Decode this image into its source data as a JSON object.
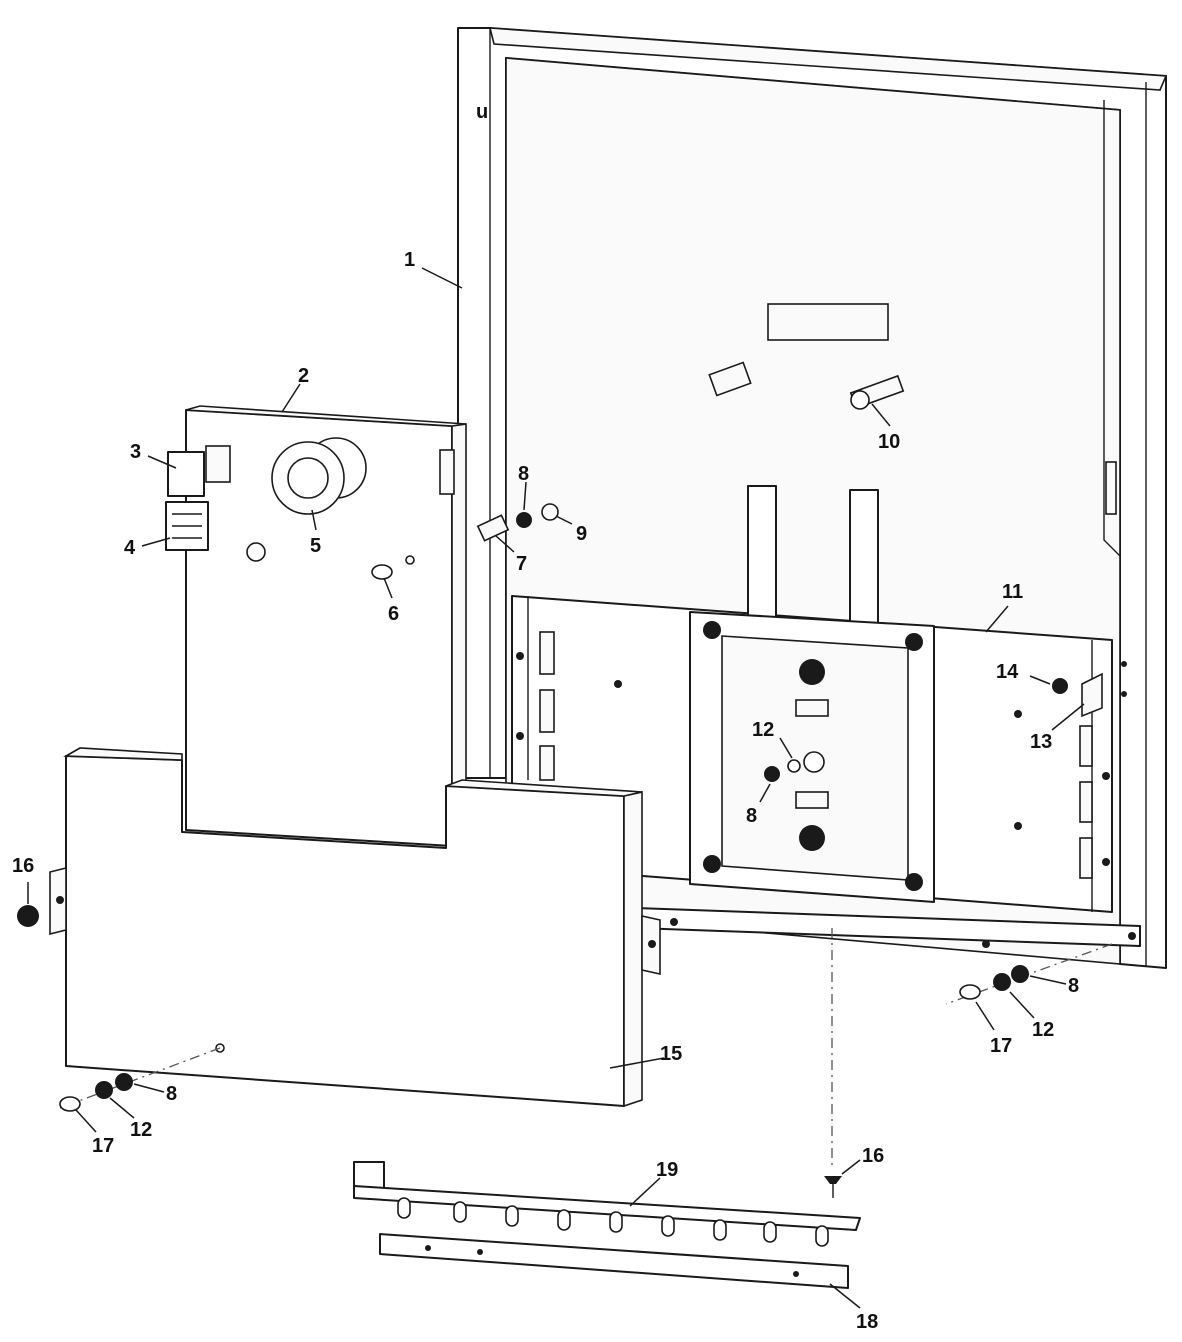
{
  "diagram": {
    "callouts": [
      {
        "id": "c1",
        "text": "1"
      },
      {
        "id": "c2",
        "text": "2"
      },
      {
        "id": "c3",
        "text": "3"
      },
      {
        "id": "c4",
        "text": "4"
      },
      {
        "id": "c5",
        "text": "5"
      },
      {
        "id": "c6",
        "text": "6"
      },
      {
        "id": "c7",
        "text": "7"
      },
      {
        "id": "c8a",
        "text": "8"
      },
      {
        "id": "c9",
        "text": "9"
      },
      {
        "id": "c10",
        "text": "10"
      },
      {
        "id": "c11",
        "text": "11"
      },
      {
        "id": "c12a",
        "text": "12"
      },
      {
        "id": "c8b",
        "text": "8"
      },
      {
        "id": "c14",
        "text": "14"
      },
      {
        "id": "c13",
        "text": "13"
      },
      {
        "id": "c16a",
        "text": "16"
      },
      {
        "id": "c8c",
        "text": "8"
      },
      {
        "id": "c12b",
        "text": "12"
      },
      {
        "id": "c17a",
        "text": "17"
      },
      {
        "id": "c15",
        "text": "15"
      },
      {
        "id": "c8d",
        "text": "8"
      },
      {
        "id": "c12c",
        "text": "12"
      },
      {
        "id": "c17b",
        "text": "17"
      },
      {
        "id": "c19",
        "text": "19"
      },
      {
        "id": "c16b",
        "text": "16"
      },
      {
        "id": "c18",
        "text": "18"
      }
    ]
  }
}
